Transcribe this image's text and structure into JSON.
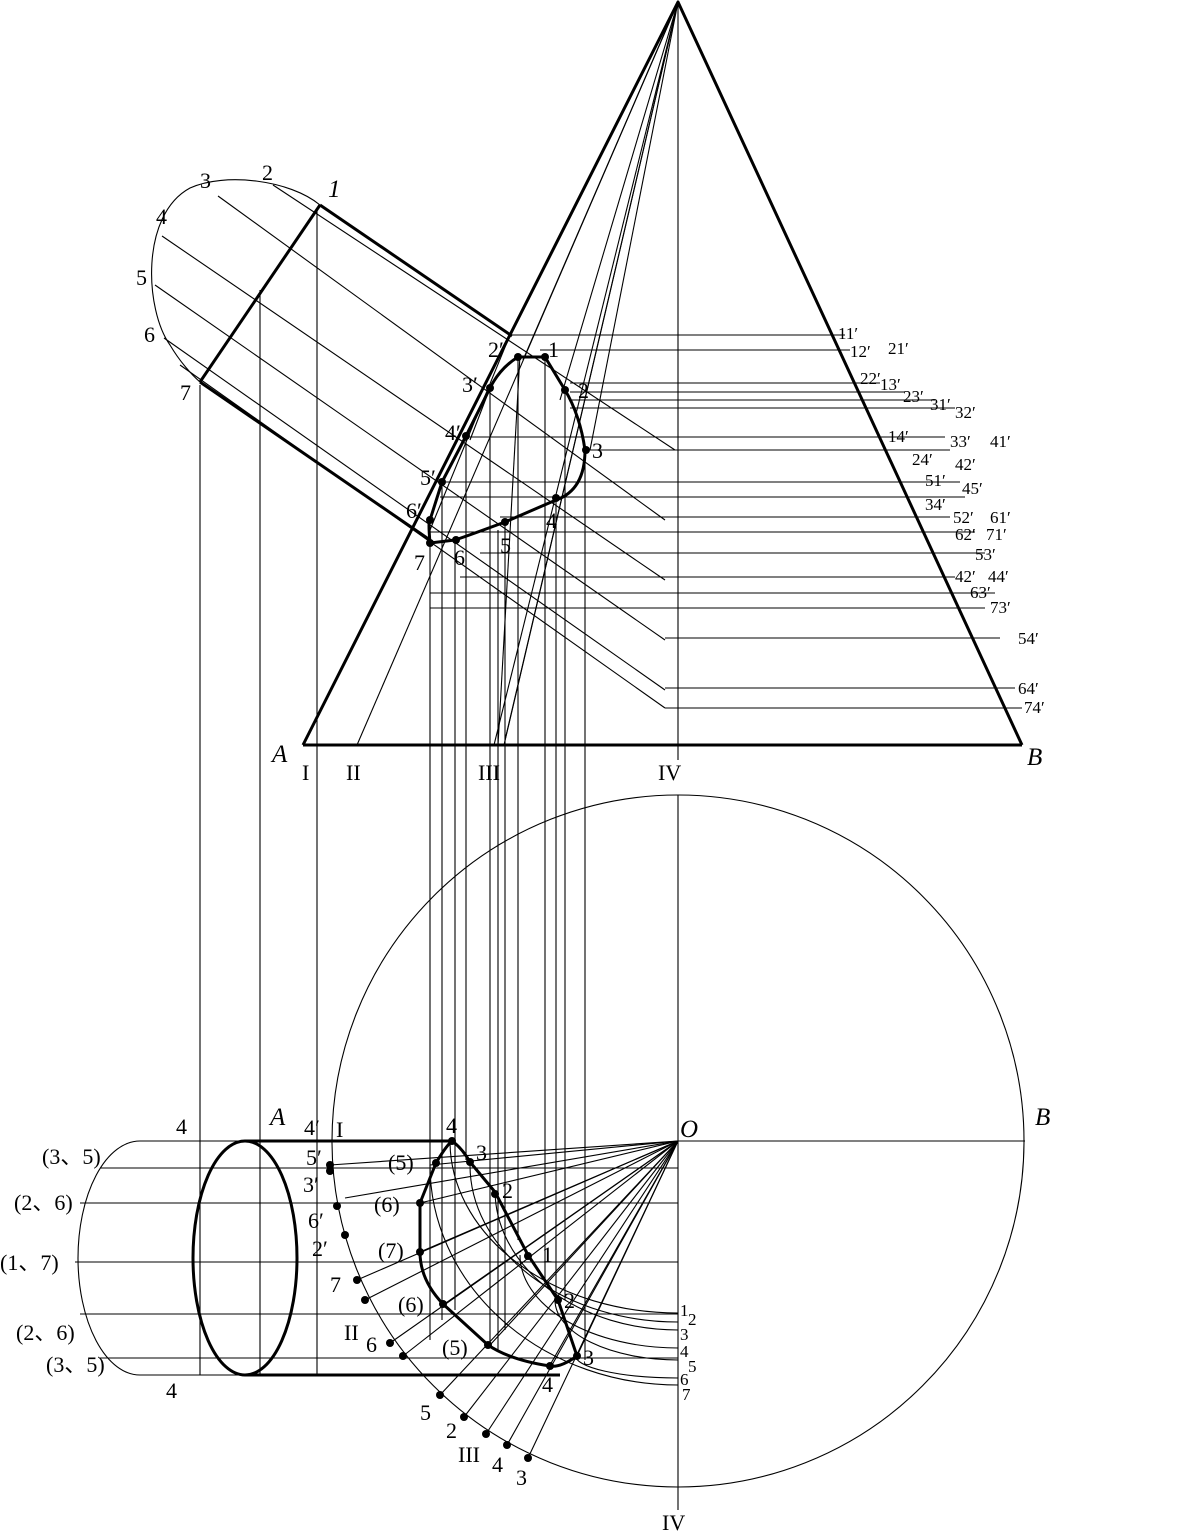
{
  "points": {
    "A": "A",
    "B": "B",
    "O": "O"
  },
  "roman": [
    "I",
    "II",
    "III",
    "IV"
  ],
  "elevation": {
    "generator_numbers": [
      "1",
      "2",
      "3",
      "4",
      "5",
      "6",
      "7"
    ],
    "curve_points_primed": [
      "1",
      "2′",
      "3′",
      "4′",
      "5′",
      "6′",
      "7"
    ],
    "curve_points_plain": [
      "2",
      "3",
      "4",
      "5",
      "6"
    ],
    "intersection_labels": [
      "11′",
      "12′",
      "21′",
      "22′",
      "13′",
      "23′",
      "31′",
      "32′",
      "14′",
      "33′",
      "41′",
      "24′",
      "42′",
      "51′",
      "45′",
      "34′",
      "52′",
      "61′",
      "62′",
      "71′",
      "53′",
      "42′",
      "44′",
      "63′",
      "73′",
      "54′",
      "64′",
      "74′"
    ]
  },
  "plan": {
    "left_labels": [
      "4",
      "(3、5)",
      "(2、6)",
      "(1、7)",
      "(2、6)",
      "(3、5)",
      "4"
    ],
    "primed_labels": [
      "4′",
      "5′",
      "3′",
      "6′",
      "2′"
    ],
    "arc_labels": [
      "7",
      "II",
      "6",
      "5",
      "2",
      "III",
      "4",
      "3"
    ],
    "paren_labels": [
      "(5)",
      "(6)",
      "(7)",
      "(6)",
      "(5)"
    ],
    "curve_labels": [
      "4",
      "3",
      "2",
      "1",
      "2",
      "3",
      "4"
    ],
    "right_numbers": [
      "1",
      "2",
      "3",
      "4",
      "5",
      "6",
      "7"
    ]
  }
}
